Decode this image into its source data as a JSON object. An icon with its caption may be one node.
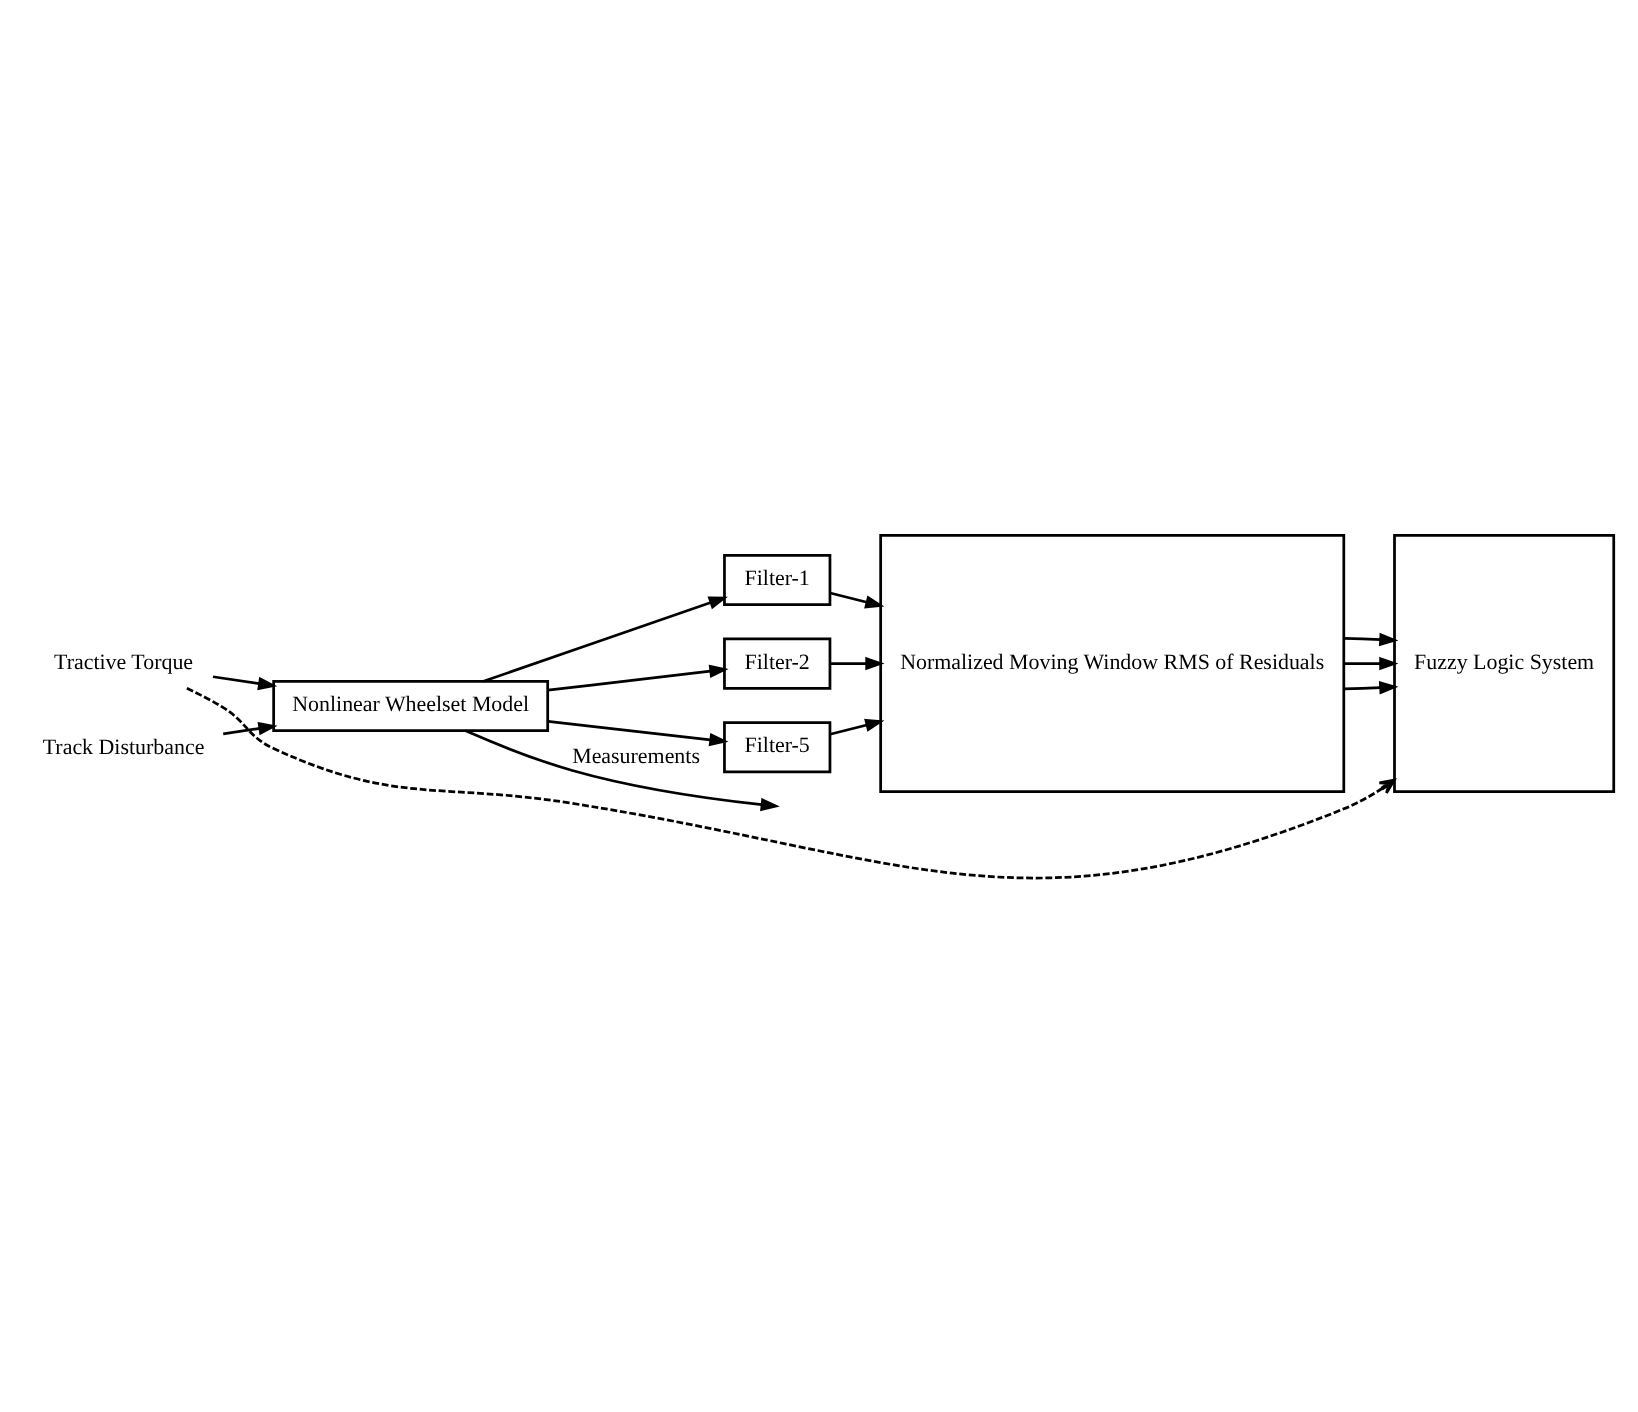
{
  "diagram": {
    "nodes": [
      {
        "text": [
          "Tractive Torque"
        ]
      },
      {
        "text": [
          "Track Disturbance"
        ]
      },
      {
        "text": [
          "Nonlinear Wheelset Model"
        ]
      },
      {
        "text": [
          "Filter-1"
        ]
      },
      {
        "text": [
          "Filter-2"
        ]
      },
      {
        "text": [
          "Filter-5"
        ]
      },
      {
        "text": [
          "Normalized Moving Window RMS of Residuals"
        ]
      },
      {
        "text": [
          "Fuzzy Logic System"
        ]
      }
    ],
    "edges": [
      {
        "from": 0,
        "to": 2,
        "arrow": "to"
      },
      {
        "from": 1,
        "to": 2,
        "arrow": "to"
      },
      {
        "from": 2,
        "to": null,
        "arrow": "to",
        "label": "Measurements"
      },
      {
        "from": 2,
        "to": 3,
        "arrow": "to"
      },
      {
        "from": 2,
        "to": 4,
        "arrow": "to"
      },
      {
        "from": 2,
        "to": 5,
        "arrow": "to"
      },
      {
        "from": 3,
        "to": 6,
        "arrow": "to"
      },
      {
        "from": 4,
        "to": 6,
        "arrow": "to"
      },
      {
        "from": 5,
        "to": 6,
        "arrow": "to"
      },
      {
        "from": 6,
        "to": 7,
        "arrow": "to"
      },
      {
        "from": 6,
        "to": 7,
        "arrow": "to"
      },
      {
        "from": 6,
        "to": 7,
        "arrow": "to"
      },
      {
        "from": 0,
        "to": 7,
        "arrow": "to",
        "style": "dashed"
      }
    ]
  }
}
